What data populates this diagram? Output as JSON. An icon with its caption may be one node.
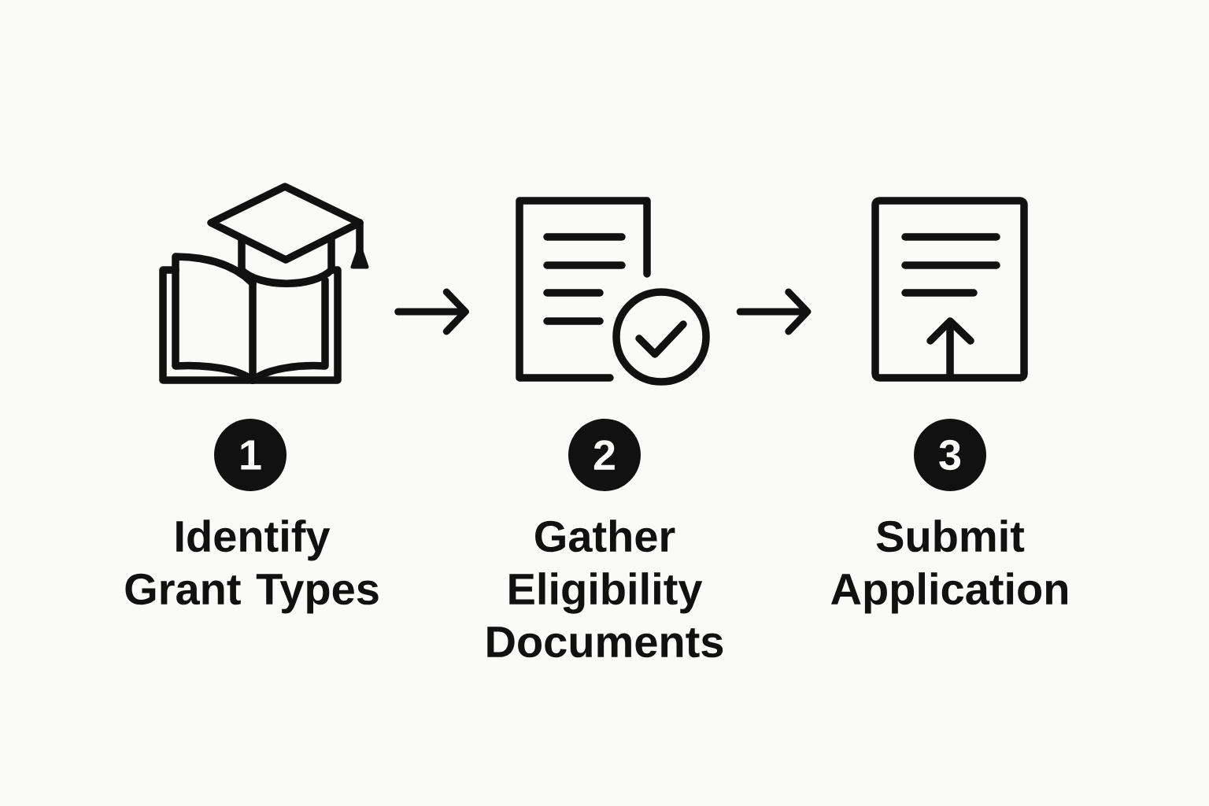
{
  "diagram": {
    "nodes": [
      {
        "text": [],
        "shape": "picture"
      },
      {
        "text": [],
        "shape": "picture"
      },
      {
        "text": [],
        "shape": "picture"
      },
      {
        "text": [
          "1"
        ],
        "beside": [
          "Identify Grant Types"
        ]
      },
      {
        "text": [
          "2"
        ],
        "beside": [
          "Gather Eligibility Documents"
        ]
      },
      {
        "text": [
          "3"
        ],
        "beside": [
          "Submit Application"
        ]
      }
    ],
    "edges": [
      {
        "from": 0,
        "to": 1,
        "arrow": "to"
      },
      {
        "from": 1,
        "to": 2,
        "arrow": "to"
      }
    ]
  }
}
